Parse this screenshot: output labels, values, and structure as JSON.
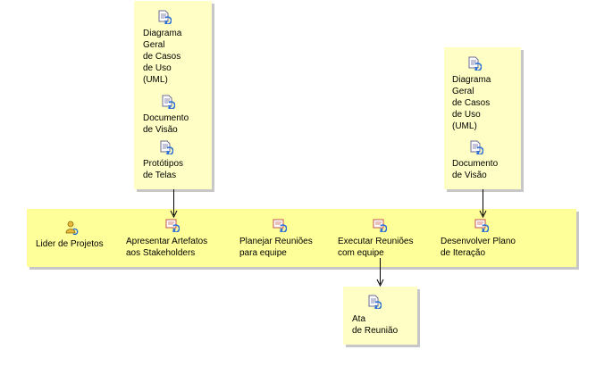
{
  "artifact_box_1": {
    "items": [
      {
        "label": "Diagrama\nGeral\nde Casos\nde Uso\n(UML)",
        "icon": "document-icon"
      },
      {
        "label": "Documento\nde Visão",
        "icon": "document-icon"
      },
      {
        "label": "Protótipos\nde Telas",
        "icon": "document-icon"
      }
    ]
  },
  "artifact_box_2": {
    "items": [
      {
        "label": "Diagrama\nGeral\nde Casos\nde Uso\n(UML)",
        "icon": "document-icon"
      },
      {
        "label": "Documento\nde Visão",
        "icon": "document-icon"
      }
    ]
  },
  "lane": {
    "role": {
      "label": "Lider de Projetos",
      "icon": "role-icon"
    },
    "tasks": [
      {
        "label": "Apresentar Artefatos\naos Stakeholders",
        "icon": "task-icon"
      },
      {
        "label": "Planejar Reuniões\npara equipe",
        "icon": "task-icon"
      },
      {
        "label": "Executar Reuniões\ncom equipe",
        "icon": "task-icon"
      },
      {
        "label": "Desenvolver Plano\nde Iteração",
        "icon": "task-icon"
      }
    ]
  },
  "output_box": {
    "items": [
      {
        "label": "Ata\nde Reunião",
        "icon": "document-icon"
      }
    ]
  },
  "colors": {
    "artifact_box": "#ffffc5",
    "lane": "#ffff9a",
    "shadow": "#c7c7c7",
    "arrow": "#000000"
  }
}
